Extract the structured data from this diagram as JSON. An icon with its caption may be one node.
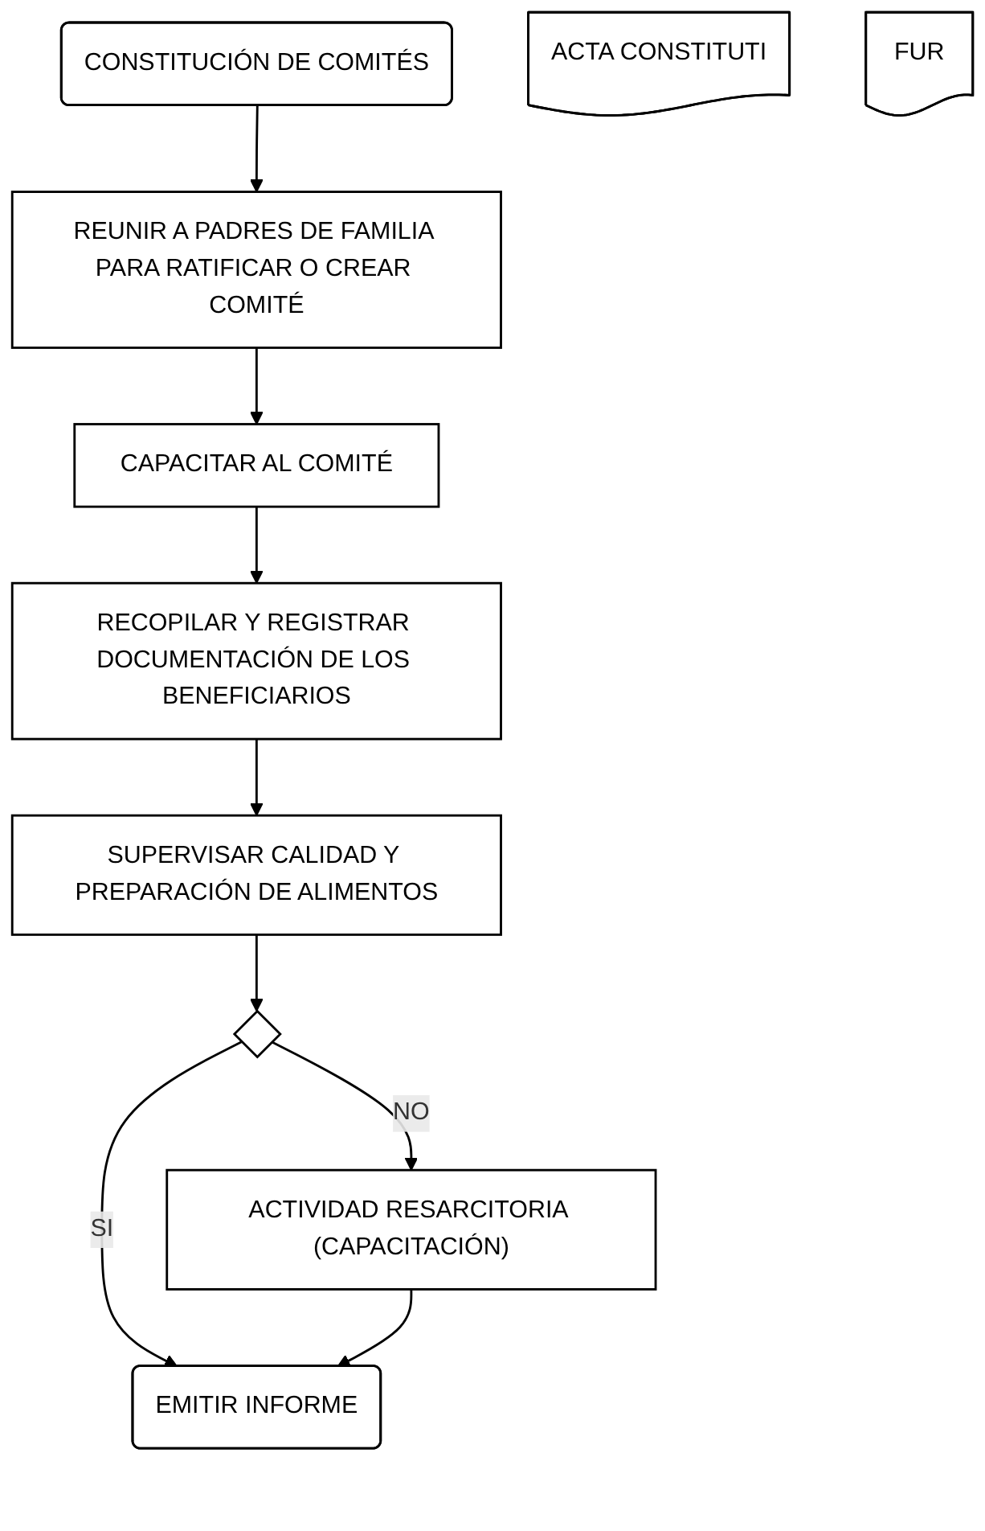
{
  "diagram": {
    "nodes": [
      {
        "text": [
          "CONSTITUCIÓN DE COMITÉS"
        ]
      },
      {
        "text": [
          "REUNIR A PADRES DE FAMILIA PARA RATIFICAR O CREAR COMITÉ"
        ]
      },
      {
        "text": [
          "ACTA CONSTITUTI"
        ]
      },
      {
        "text": [
          "CAPACITAR AL COMITÉ"
        ]
      },
      {
        "text": [
          "RECOPILAR Y REGISTRAR DOCUMENTACIÓN DE LOS BENEFICIARIOS"
        ]
      },
      {
        "text": [
          "FUR"
        ]
      },
      {
        "text": [
          "SUPERVISAR CALIDAD Y PREPARACIÓN DE ALIMENTOS"
        ]
      },
      {
        "text": [],
        "shape": "diamond"
      },
      {
        "text": [
          "ACTIVIDAD RESARCITORIA (CAPACITACIÓN)"
        ]
      },
      {
        "text": [
          "EMITIR INFORME"
        ]
      }
    ],
    "edges": [
      {
        "from": 0,
        "to": 1,
        "arrow": "to"
      },
      {
        "from": 1,
        "to": 3,
        "arrow": "to"
      },
      {
        "from": 3,
        "to": 4,
        "arrow": "to"
      },
      {
        "from": 4,
        "to": 6,
        "arrow": "to"
      },
      {
        "from": 6,
        "to": 7,
        "arrow": "to"
      },
      {
        "from": 7,
        "to": 8,
        "label": "NO",
        "arrow": "to"
      },
      {
        "from": 7,
        "to": 9,
        "label": "SI",
        "arrow": "to"
      },
      {
        "from": 8,
        "to": 9,
        "arrow": "to"
      }
    ]
  }
}
